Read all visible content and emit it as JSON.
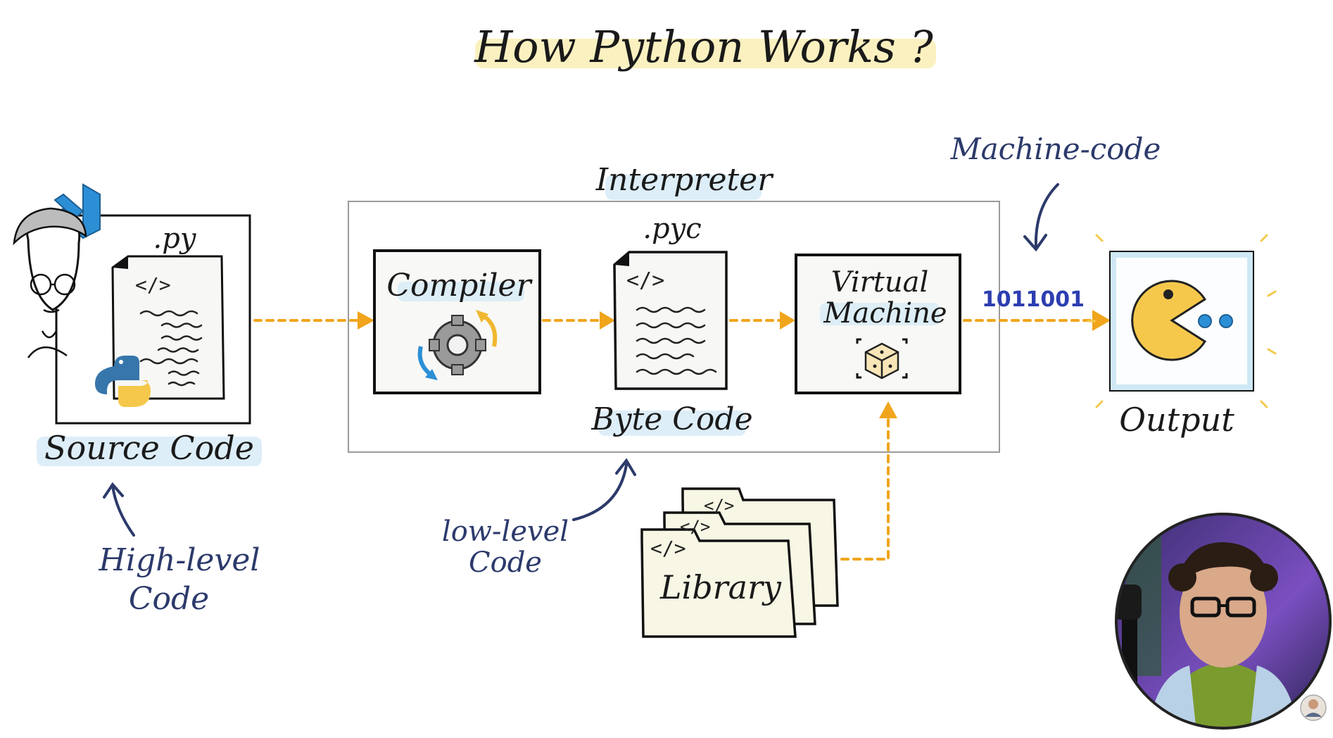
{
  "title": "How Python Works ?",
  "nodes": {
    "source": {
      "label": "Source Code",
      "ext": ".py",
      "code_tag": "</>"
    },
    "compiler": {
      "label": "Compiler"
    },
    "bytecode": {
      "label": "Byte Code",
      "ext": ".pyc",
      "code_tag": "</>"
    },
    "vm": {
      "label_line1": "Virtual",
      "label_line2": "Machine"
    },
    "output": {
      "label": "Output"
    },
    "library": {
      "label": "Library",
      "code_tag": "</>"
    }
  },
  "group": {
    "label": "Interpreter"
  },
  "annotations": {
    "high_level_line1": "High-level",
    "high_level_line2": "Code",
    "low_level_line1": "low-level",
    "low_level_line2": "Code",
    "machine_code": "Machine-code",
    "binary": "1011001"
  },
  "colors": {
    "arrow": "#f0a51c",
    "annotation": "#2c3a6b",
    "binary": "#2c3eb0",
    "pacman": "#f5c84c"
  },
  "icons": [
    "vscode-icon",
    "developer-avatar-icon",
    "python-logo-icon",
    "gear-icon",
    "cube-icon",
    "pacman-icon",
    "presenter-webcam"
  ]
}
